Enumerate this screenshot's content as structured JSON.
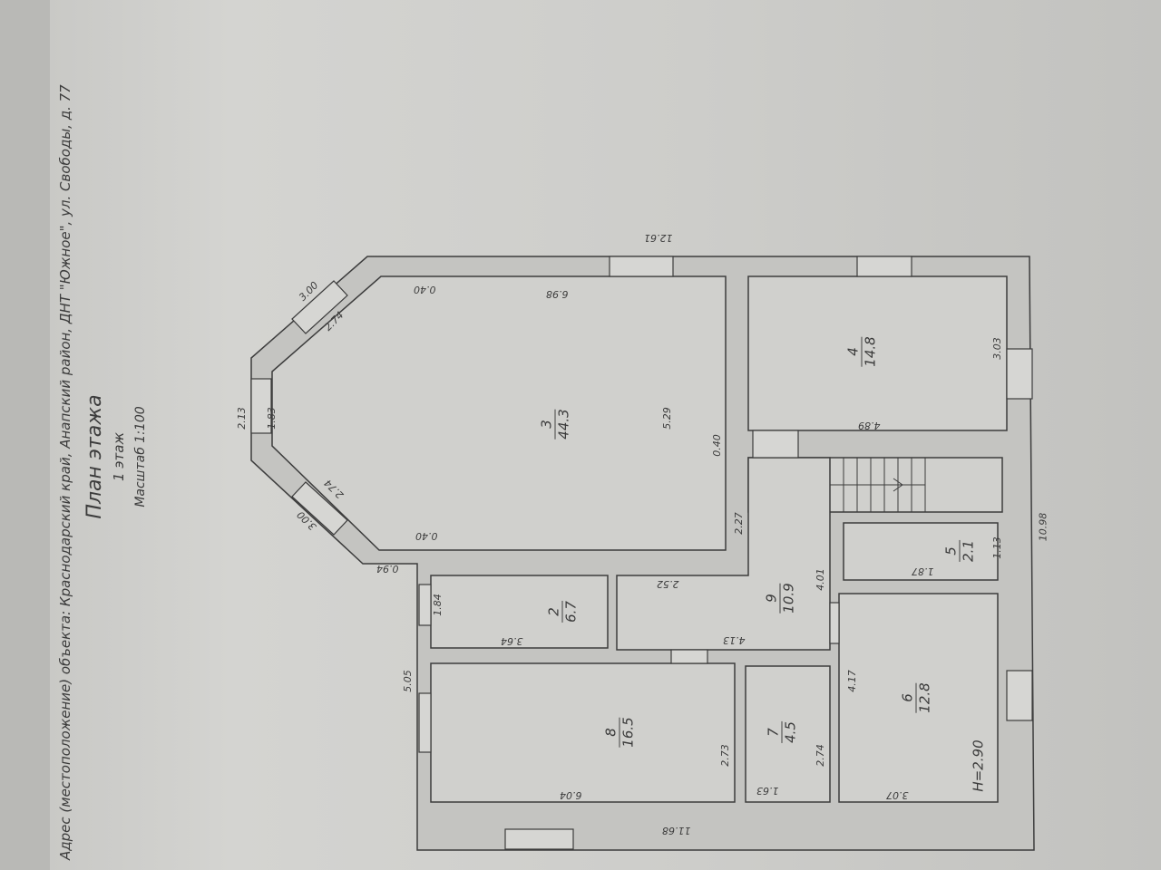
{
  "document": {
    "address": "Адрес (местоположение) объекта: Краснодарский край, Анапский район, ДНТ \"Южное\", ул. Свободы, д. 77",
    "title": "План этажа",
    "floor": "1 этаж",
    "scale": "Масштаб 1:100"
  },
  "rooms": [
    {
      "number": "3",
      "area": "44.3"
    },
    {
      "number": "4",
      "area": "14.8"
    },
    {
      "number": "2",
      "area": "6.7"
    },
    {
      "number": "9",
      "area": "10.9"
    },
    {
      "number": "5",
      "area": "2.1"
    },
    {
      "number": "6",
      "area": "12.8"
    },
    {
      "number": "7",
      "area": "4.5"
    },
    {
      "number": "8",
      "area": "16.5"
    }
  ],
  "dimensions": [
    "12.61",
    "0.40",
    "6.98",
    "3.00",
    "2.74",
    "2.13",
    "1.83",
    "2.74",
    "3.00",
    "0.40",
    "5.29",
    "0.40",
    "0.94",
    "2.27",
    "4.89",
    "3.03",
    "10.98",
    "1.87",
    "1.13",
    "2.52",
    "4.01",
    "1.84",
    "3.64",
    "4.13",
    "5.05",
    "4.17",
    "2.73",
    "2.74",
    "6.04",
    "1.63",
    "3.07",
    "11.68"
  ],
  "ceiling_height": "H=2.90"
}
